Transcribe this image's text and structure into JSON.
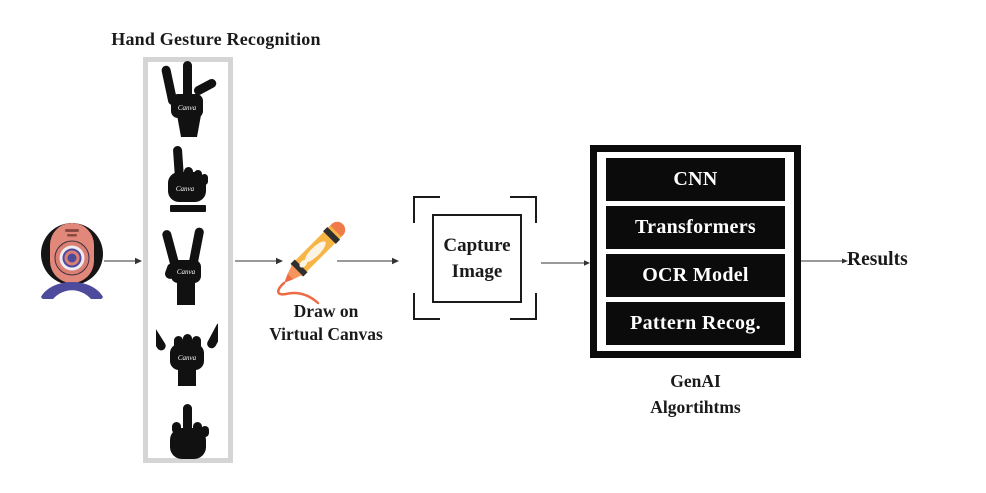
{
  "diagram": {
    "title": "Hand Gesture Recognition",
    "watermark": "Canva",
    "webcam_icon": "webcam",
    "gestures": [
      "two-fingers-thumb-gesture",
      "index-finger-up-gesture",
      "peace-sign-gesture",
      "shaka-gesture",
      "finger-raised-fist-gesture"
    ],
    "draw": {
      "line1": "Draw on",
      "line2": "Virtual Canvas"
    },
    "capture": {
      "line1": "Capture",
      "line2": "Image"
    },
    "genai": {
      "items": [
        "CNN",
        "Transformers",
        "OCR Model",
        "Pattern Recog."
      ],
      "caption_line1": "GenAI",
      "caption_line2": "Algortihtms"
    },
    "results_label": "Results",
    "colors": {
      "salmon": "#E2887B",
      "indigo": "#4E4B9D",
      "crayon_yellow": "#F6B545",
      "crayon_orange": "#EF7B4D",
      "squiggle_orange": "#ED6B42",
      "box_border_gray": "#D5D5D5",
      "block_black": "#0B0B0B"
    }
  }
}
